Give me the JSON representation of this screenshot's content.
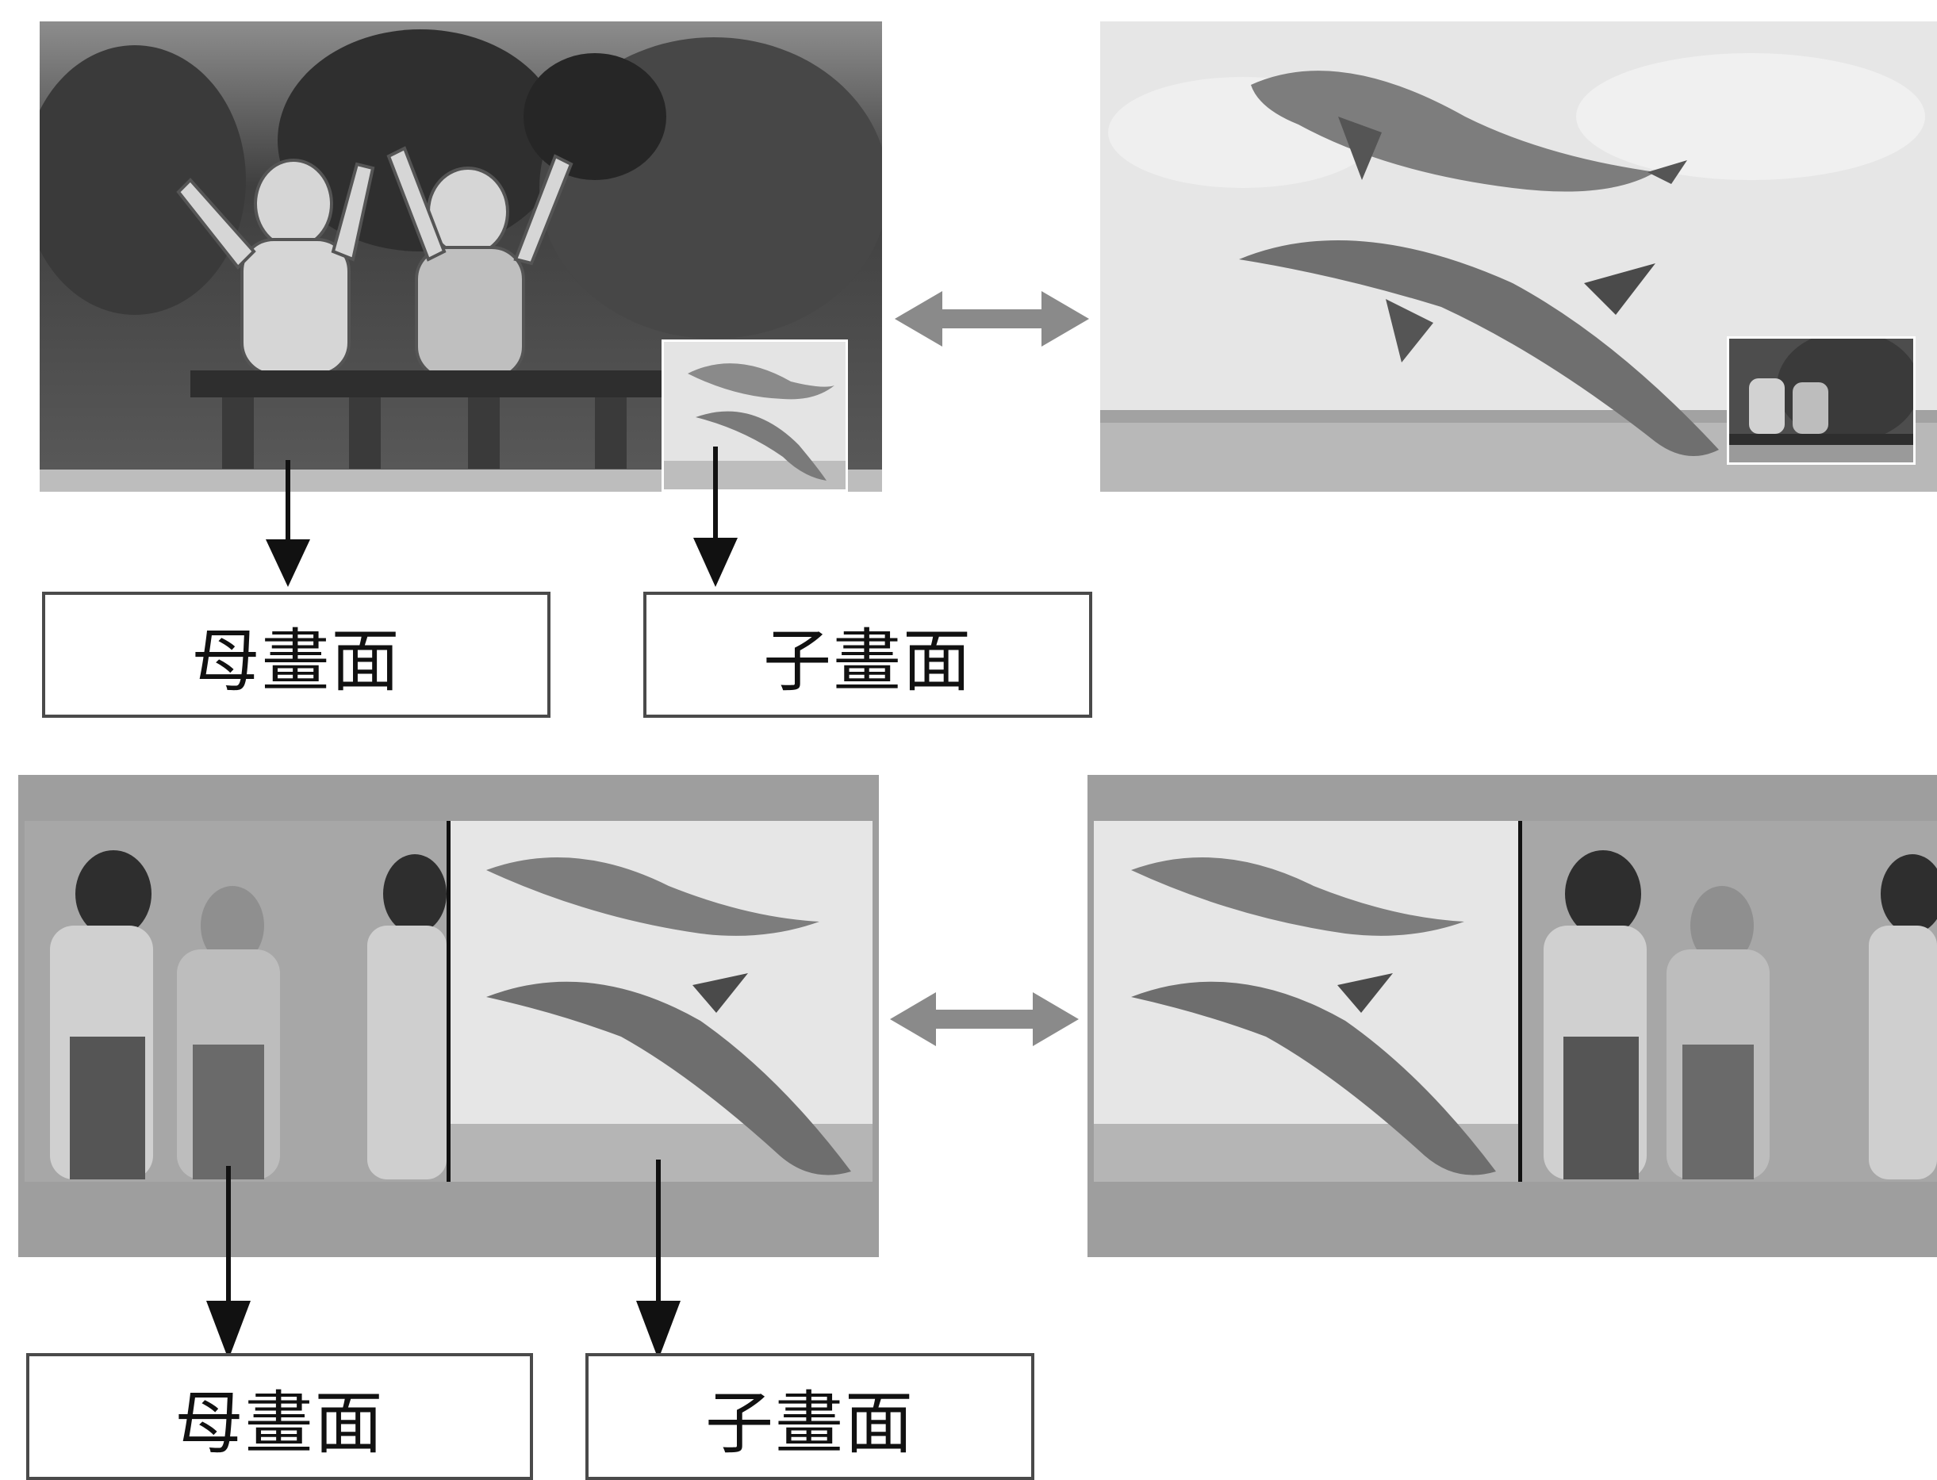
{
  "labels": {
    "top_main": "母畫面",
    "top_sub": "子畫面",
    "bottom_main": "母畫面",
    "bottom_sub": "子畫面"
  },
  "icons": {
    "swap_top": "double-arrow-swap-icon",
    "swap_bottom": "double-arrow-swap-icon",
    "pointer": "down-arrow-icon"
  },
  "colors": {
    "frame_gray": "#9a9a9a",
    "sky": "#e6e6e6",
    "foliage": "#4a4a4a",
    "dolphin": "#7a7a7a",
    "label_border": "#4a4a4a",
    "swap_arrow": "#8a8a8a",
    "pointer_arrow": "#111111"
  }
}
